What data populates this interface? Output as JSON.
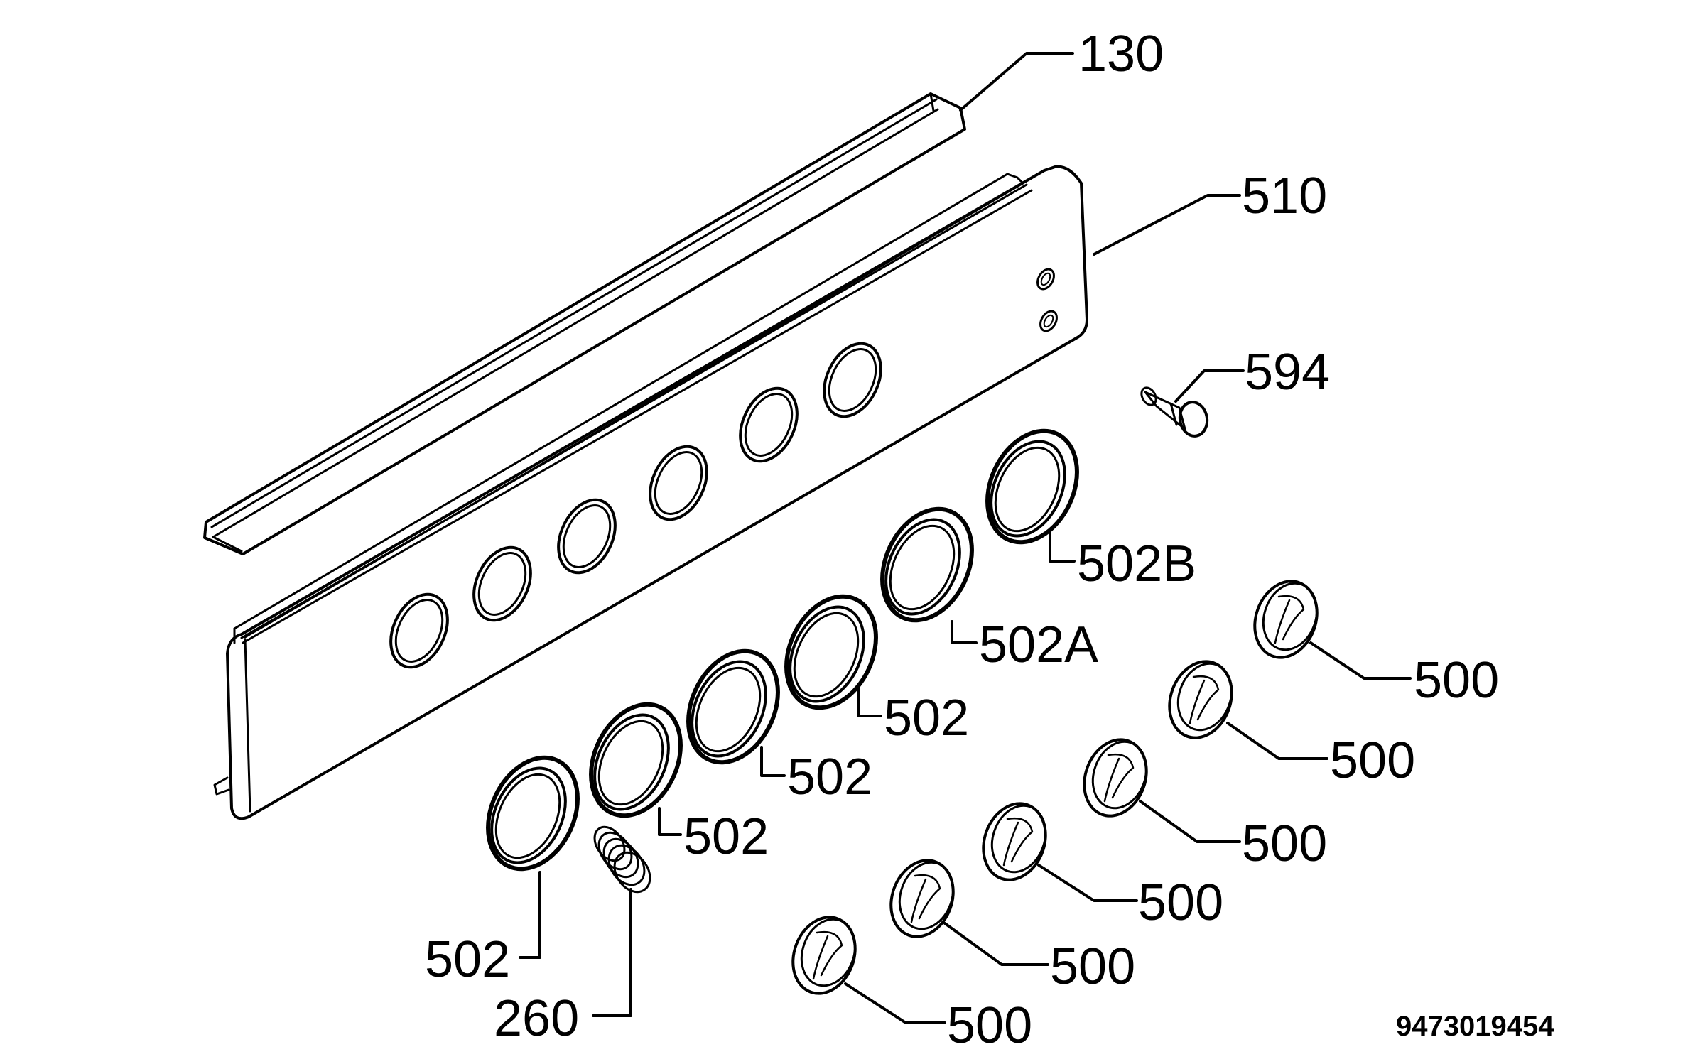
{
  "labels": {
    "part_130": "130",
    "part_510": "510",
    "part_594": "594",
    "part_502B": "502B",
    "part_502A": "502A",
    "part_502_a": "502",
    "part_502_b": "502",
    "part_502_c": "502",
    "part_502_d": "502",
    "part_260": "260",
    "part_500_a": "500",
    "part_500_b": "500",
    "part_500_c": "500",
    "part_500_d": "500",
    "part_500_e": "500",
    "part_500_f": "500"
  },
  "document_number": "9473019454"
}
